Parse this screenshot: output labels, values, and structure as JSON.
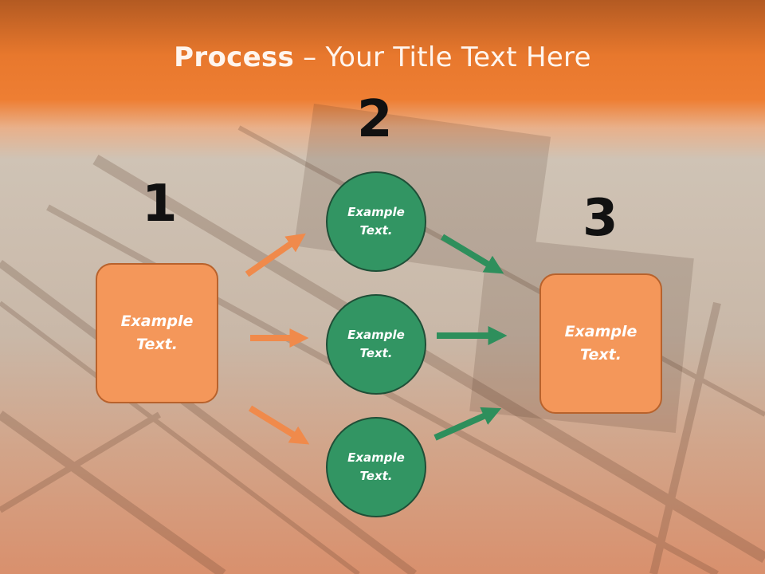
{
  "title": {
    "bold": "Process",
    "rest": " – Your Title Text Here"
  },
  "steps": {
    "one": {
      "number": "1",
      "text_line1": "Example",
      "text_line2": "Text."
    },
    "two": {
      "number": "2",
      "circles": [
        {
          "line1": "Example",
          "line2": "Text."
        },
        {
          "line1": "Example",
          "line2": "Text."
        },
        {
          "line1": "Example",
          "line2": "Text."
        }
      ]
    },
    "three": {
      "number": "3",
      "text_line1": "Example",
      "text_line2": "Text."
    }
  },
  "colors": {
    "header": "#ee7e33",
    "orange_box": "#f4975a",
    "orange_arrow": "#f08a4b",
    "green_circle": "#329563",
    "green_arrow": "#2e8f5c"
  }
}
